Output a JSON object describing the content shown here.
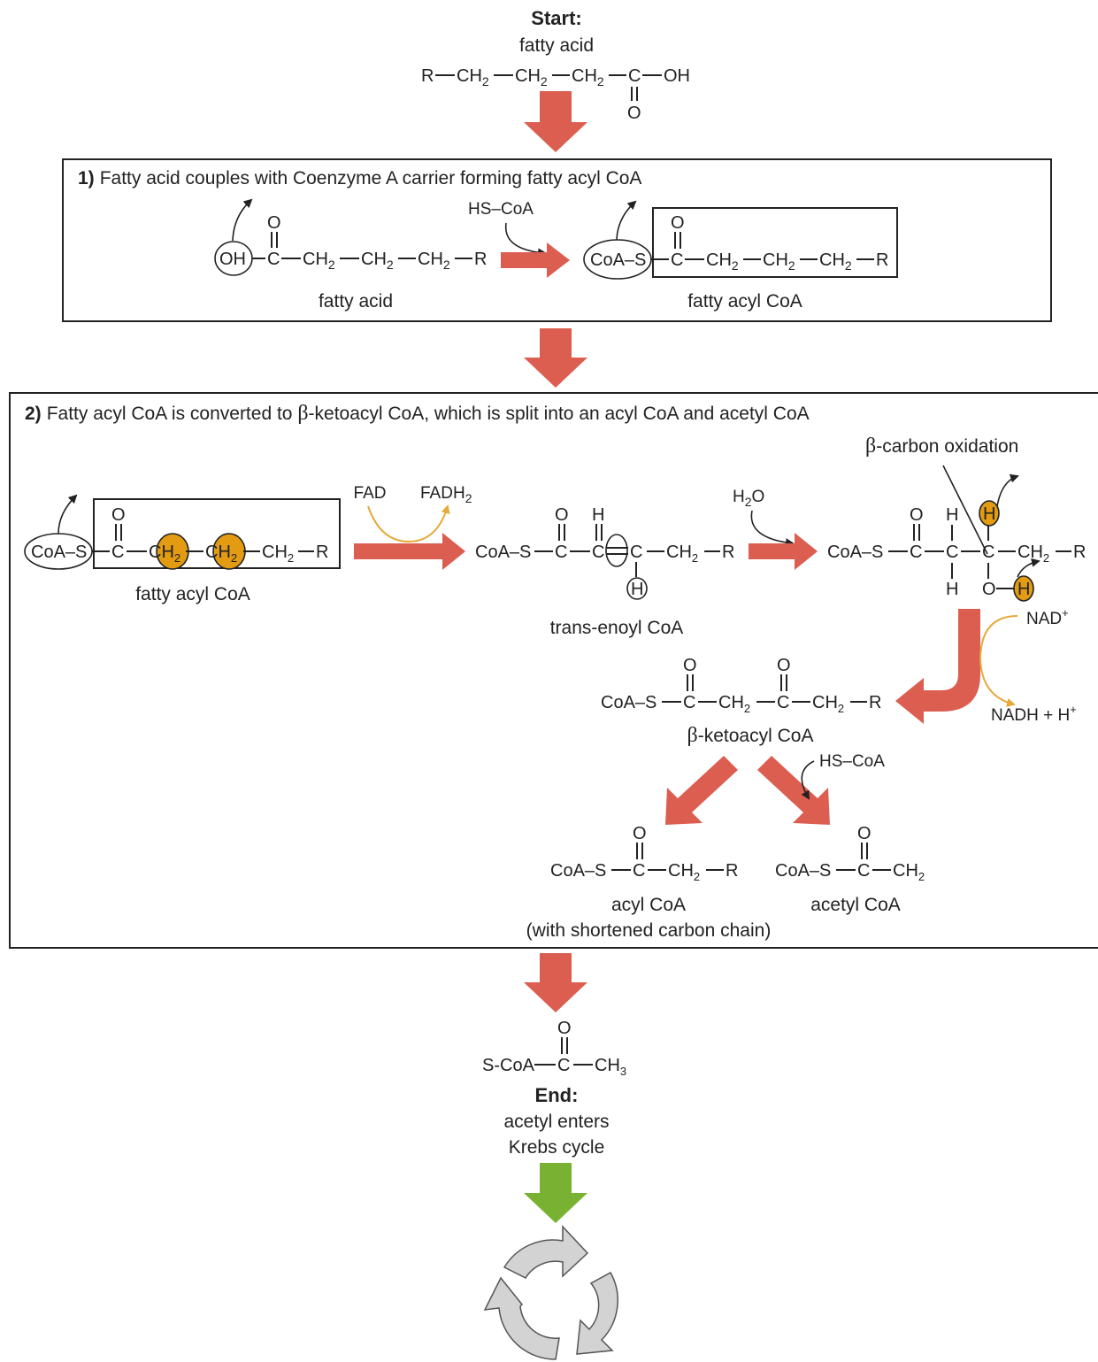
{
  "start": {
    "heading": "Start:",
    "subtitle": "fatty acid"
  },
  "molecules": {
    "R": "R",
    "CH2": "CH",
    "sub2": "2",
    "sub3": "3",
    "C": "C",
    "O": "O",
    "OH": "OH",
    "H": "H",
    "CoA_S_short": "CoA–S",
    "CoA_S": "CoA–S",
    "S": "S",
    "S_CoA": "S-CoA",
    "CH3": "CH"
  },
  "step1": {
    "number": "1)",
    "title": "Fatty acid couples with Coenzyme A carrier forming fatty acyl CoA",
    "reagent": "HS–CoA",
    "reactant_label": "fatty acid",
    "product_label": "fatty acyl CoA"
  },
  "step2": {
    "number": "2)",
    "title_pre": "Fatty acyl CoA is converted to ",
    "beta": "β",
    "title_post": "-ketoacyl CoA, which is split into an acyl CoA and acetyl CoA",
    "oxidation_label_post": "-carbon oxidation",
    "reactant_label": "fatty acyl CoA",
    "FAD": "FAD",
    "FADH2": "FADH",
    "water": "H",
    "water_O": "O",
    "enoyl_label": "trans-enoyl CoA",
    "NAD": "NAD",
    "NADH": "NADH + H",
    "plus": "+",
    "ketoacyl_label_post": "-ketoacyl CoA",
    "reagent": "HS–CoA",
    "acyl_label": "acyl CoA",
    "acyl_note": "(with shortened carbon chain)",
    "acetyl_label": "acetyl CoA"
  },
  "end": {
    "heading": "End:",
    "line1": "acetyl enters",
    "line2": "Krebs cycle"
  },
  "colors": {
    "arrow_red": "#dc5e50",
    "arrow_green": "#79b232",
    "highlight": "#e39b12",
    "cycle_gray": "#d3d3d3",
    "curve_gold": "#e6a93a"
  }
}
